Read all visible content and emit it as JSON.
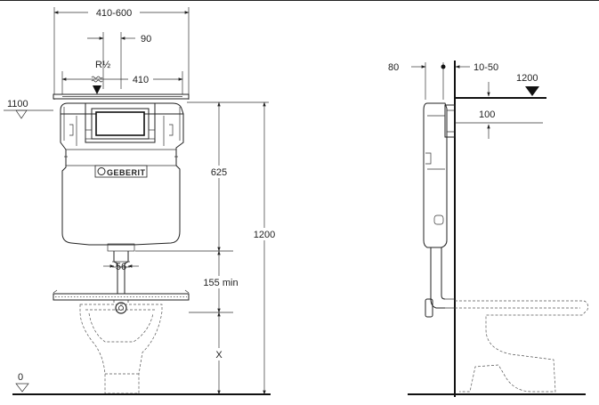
{
  "front_view": {
    "dim_width_range": "410-600",
    "dim_offset": "90",
    "dim_thread": "R½",
    "dim_frame_width": "410",
    "level_top": "1100",
    "dim_tank_height": "625",
    "dim_total_height": "1200",
    "dim_pipe": "56",
    "dim_min_gap": "155 min",
    "dim_variable": "X",
    "level_floor": "0",
    "brand_logo": "GEBERIT"
  },
  "side_view": {
    "dim_wall_gap": "80",
    "dim_adjust": "10-50",
    "level_top": "1200",
    "dim_drop": "100"
  }
}
